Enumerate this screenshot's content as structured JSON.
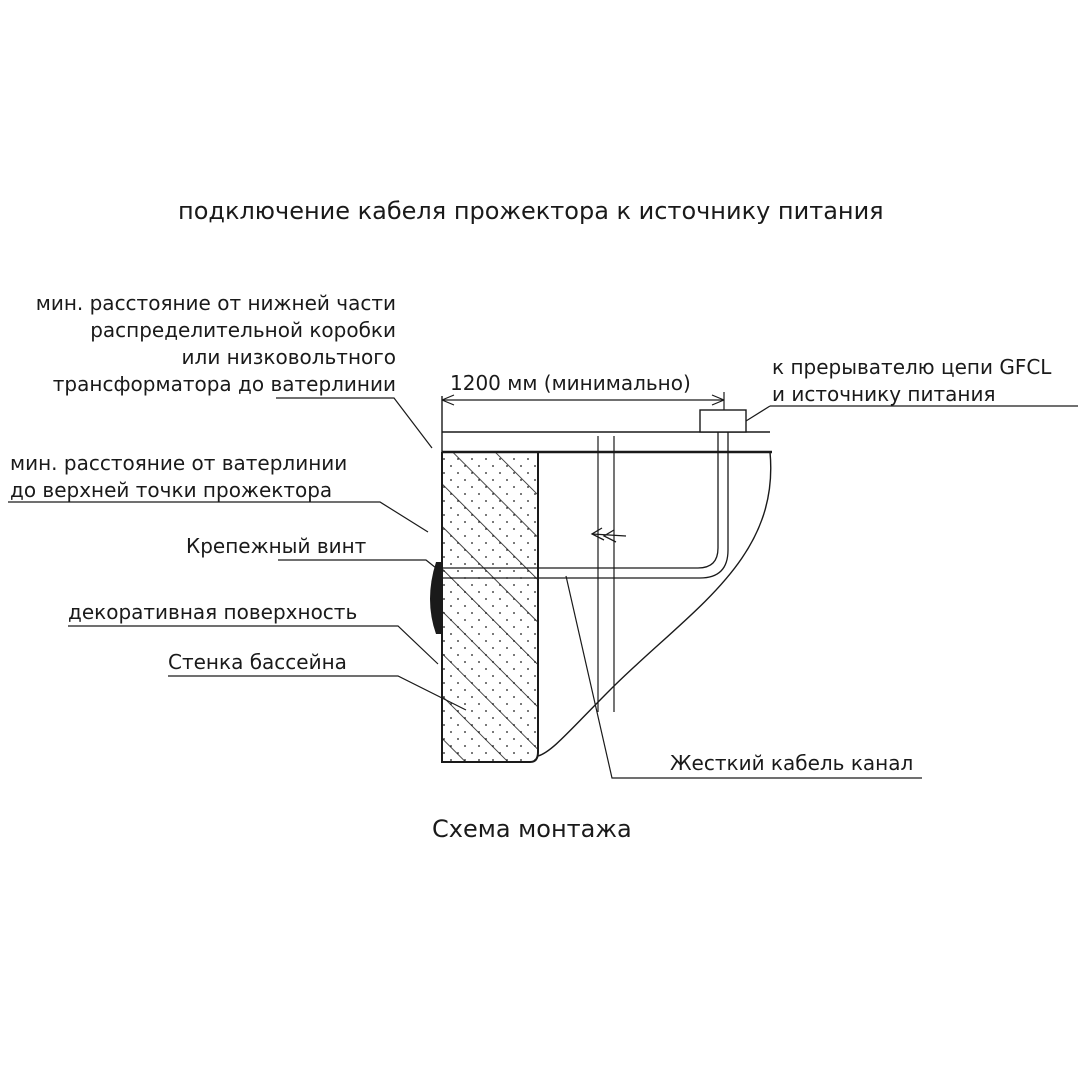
{
  "title": "подключение кабеля прожектора к источнику питания",
  "caption": "Схема монтажа",
  "labels": {
    "min_distance_box": [
      "мин. расстояние от нижней части",
      "распределительной коробки",
      "или низковольтного",
      "трансформатора до ватерлинии"
    ],
    "min_distance_top": [
      "мин. расстояние от ватерлинии",
      "до верхней точки прожектора"
    ],
    "screw": "Крепежный винт",
    "decor_surface": "декоративная поверхность",
    "pool_wall": "Стенка бассейна",
    "gfcl": [
      "к прерывателю цепи GFCL",
      "и источнику питания"
    ],
    "dimension": "1200 мм (минимально)",
    "conduit": "Жесткий кабель канал"
  },
  "colors": {
    "line": "#1a1a1a",
    "background": "#ffffff"
  }
}
